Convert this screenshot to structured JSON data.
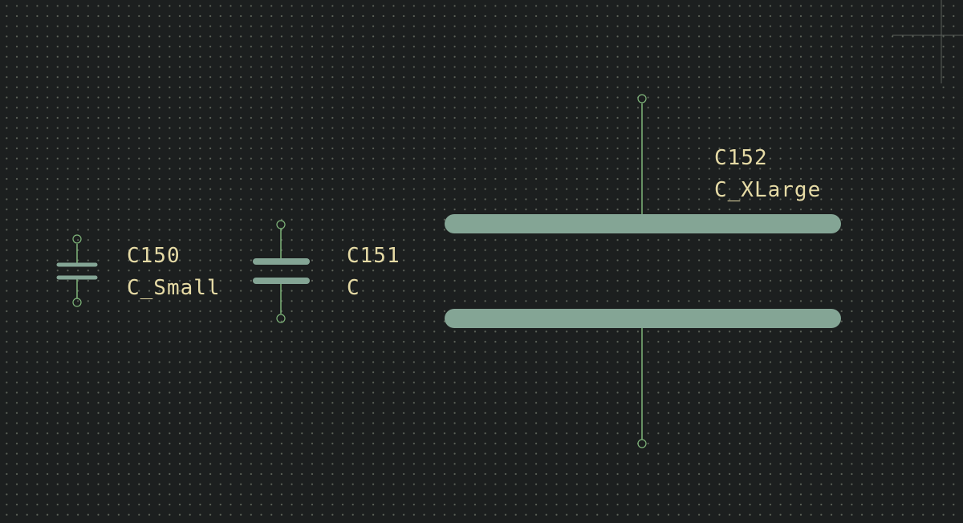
{
  "colors": {
    "background": "#1c1f1f",
    "grid_dot": "#5d6359",
    "component_body": "#84a595",
    "wire": "#7fb57a",
    "label_text": "#e6dba6",
    "cursor": "#5a5f5a"
  },
  "components": [
    {
      "reference": "C150",
      "value": "C_Small"
    },
    {
      "reference": "C151",
      "value": "C"
    },
    {
      "reference": "C152",
      "value": "C_XLarge"
    }
  ]
}
